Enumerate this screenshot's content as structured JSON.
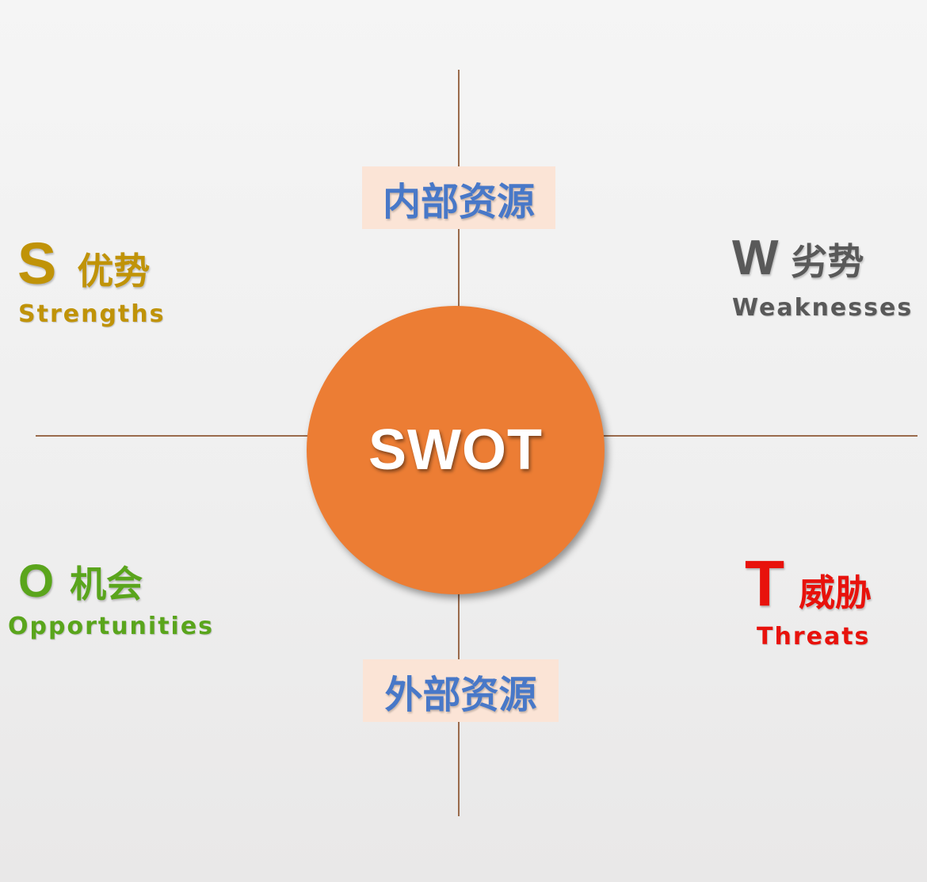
{
  "center": {
    "label": "SWOT"
  },
  "axes": {
    "top": {
      "label": "内部资源"
    },
    "bottom": {
      "label": "外部资源"
    }
  },
  "quadrants": {
    "strengths": {
      "letter": "S",
      "cn": "优势",
      "en": "Strengths",
      "color": "#c09308"
    },
    "weaknesses": {
      "letter": "W",
      "cn": "劣势",
      "en": "Weaknesses",
      "color": "#595959"
    },
    "opportunities": {
      "letter": "O",
      "cn": "机会",
      "en": "Opportunities",
      "color": "#5aa51c"
    },
    "threats": {
      "letter": "T",
      "cn": "威胁",
      "en": "Threats",
      "color": "#e8120c"
    }
  },
  "colors": {
    "circle": "#ec7d34",
    "axis_line": "#9a6b4c",
    "resource_box": "#fbe4d6",
    "resource_text": "#4878c8"
  }
}
